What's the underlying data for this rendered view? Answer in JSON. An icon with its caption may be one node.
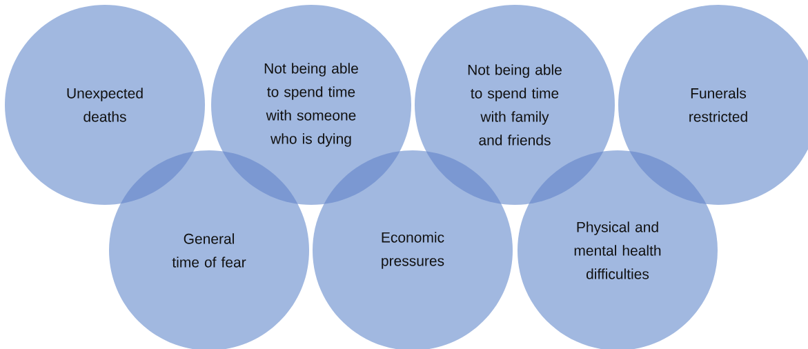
{
  "diagram": {
    "nodes": [
      {
        "text": [
          "Unexpected deaths"
        ]
      },
      {
        "text": [
          "General time of fear"
        ]
      },
      {
        "text": [
          "Not being able to spend time with someone who is dying"
        ]
      },
      {
        "text": [
          "Economic pressures"
        ]
      },
      {
        "text": [
          "Not being able to spend time with family and friends"
        ]
      },
      {
        "text": [
          "Physical and mental health difficulties"
        ]
      },
      {
        "text": [
          "Funerals restricted"
        ]
      }
    ]
  }
}
